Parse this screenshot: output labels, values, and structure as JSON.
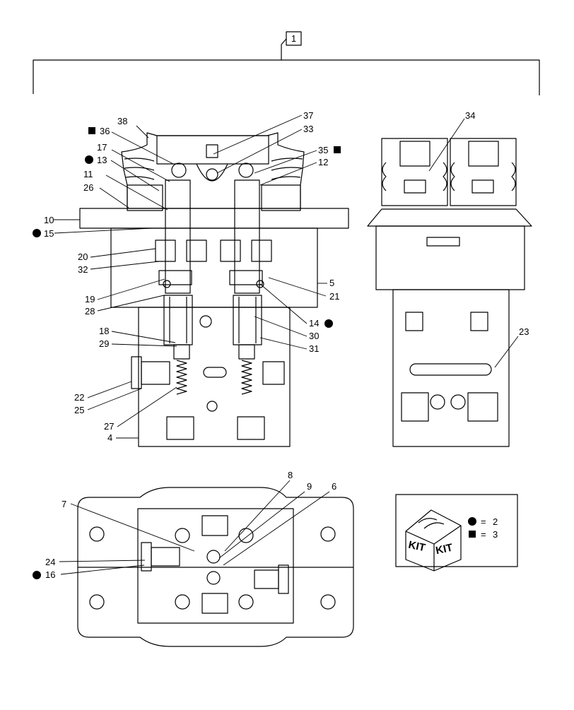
{
  "assembly_ref": "1",
  "callouts": [
    {
      "id": "c38",
      "label": "38"
    },
    {
      "id": "c36",
      "label": "36",
      "marker": "square"
    },
    {
      "id": "c17",
      "label": "17"
    },
    {
      "id": "c13",
      "label": "13",
      "marker": "circle"
    },
    {
      "id": "c11",
      "label": "11"
    },
    {
      "id": "c26",
      "label": "26"
    },
    {
      "id": "c10",
      "label": "10"
    },
    {
      "id": "c15",
      "label": "15",
      "marker": "circle"
    },
    {
      "id": "c20",
      "label": "20"
    },
    {
      "id": "c32",
      "label": "32"
    },
    {
      "id": "c19",
      "label": "19"
    },
    {
      "id": "c28",
      "label": "28"
    },
    {
      "id": "c18",
      "label": "18"
    },
    {
      "id": "c29",
      "label": "29"
    },
    {
      "id": "c22",
      "label": "22"
    },
    {
      "id": "c25",
      "label": "25"
    },
    {
      "id": "c27",
      "label": "27"
    },
    {
      "id": "c4",
      "label": "4"
    },
    {
      "id": "c37",
      "label": "37"
    },
    {
      "id": "c33",
      "label": "33"
    },
    {
      "id": "c35",
      "label": "35",
      "marker": "square"
    },
    {
      "id": "c12",
      "label": "12"
    },
    {
      "id": "c5",
      "label": "5"
    },
    {
      "id": "c21",
      "label": "21"
    },
    {
      "id": "c14",
      "label": "14",
      "marker": "circle"
    },
    {
      "id": "c30",
      "label": "30"
    },
    {
      "id": "c31",
      "label": "31"
    },
    {
      "id": "c34",
      "label": "34"
    },
    {
      "id": "c23",
      "label": "23"
    },
    {
      "id": "c8",
      "label": "8"
    },
    {
      "id": "c9",
      "label": "9"
    },
    {
      "id": "c6",
      "label": "6"
    },
    {
      "id": "c7",
      "label": "7"
    },
    {
      "id": "c24",
      "label": "24"
    },
    {
      "id": "c16",
      "label": "16",
      "marker": "circle"
    }
  ],
  "kit_legend": {
    "box_text": [
      "KIT",
      "KIT"
    ],
    "entries": [
      {
        "marker": "circle",
        "symbol": "=",
        "value": "2"
      },
      {
        "marker": "square",
        "symbol": "=",
        "value": "3"
      }
    ]
  }
}
